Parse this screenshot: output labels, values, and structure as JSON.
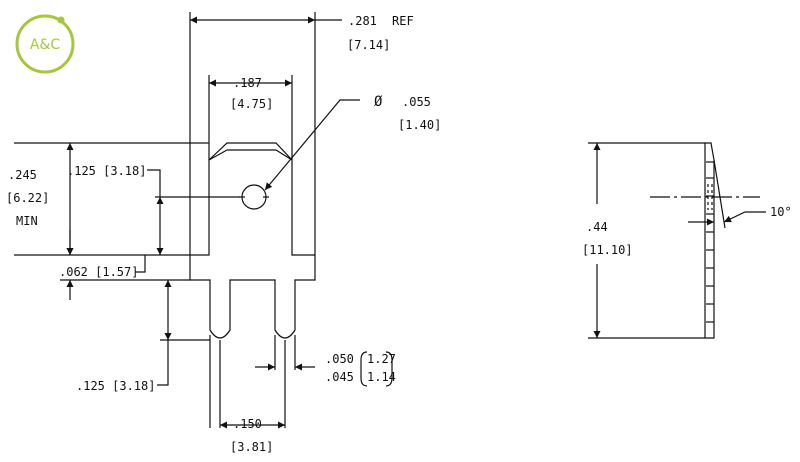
{
  "logo": {
    "text": "A&C",
    "color": "#a6c63c"
  },
  "colors": {
    "line": "#111111",
    "background": "#ffffff"
  },
  "front_view": {
    "overall_width": {
      "inch": ".281",
      "ref": "REF",
      "mm": "[7.14]"
    },
    "slot_width": {
      "inch": ".187",
      "mm": "[4.75]"
    },
    "hole_diameter": {
      "symbol": "Ø",
      "inch": ".055",
      "mm": "[1.40]"
    },
    "hole_height": {
      "label": ".125 [3.18]"
    },
    "tab_length": {
      "inch": ".245",
      "mm": "[6.22]",
      "note": "MIN"
    },
    "collar_thickness": {
      "label": ".062 [1.57]"
    },
    "leg_length": {
      "label": ".125 [3.18]"
    },
    "leg_width": {
      "max": ".050",
      "max_mm": "1.27",
      "min": ".045",
      "min_mm": "1.14"
    },
    "leg_pitch": {
      "inch": ".150",
      "mm": "[3.81]"
    }
  },
  "side_view": {
    "height": {
      "inch": ".44",
      "mm": "[11.10]"
    },
    "angle": "10°"
  }
}
